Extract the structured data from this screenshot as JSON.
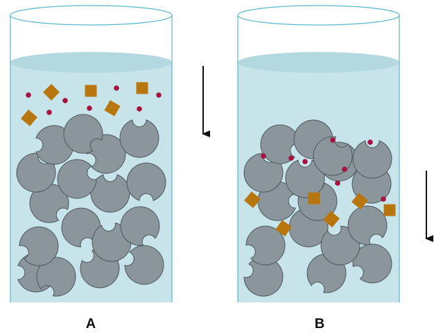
{
  "panels": [
    {
      "label": "A",
      "flow_direction": "down"
    },
    {
      "label": "B",
      "flow_direction": "down"
    }
  ],
  "colors": {
    "liquid": "#c6e4ea",
    "liquid_top": "#b3d8e0",
    "glass_stroke": "#5bb6cb",
    "bead": "#8a959c",
    "bead_stroke": "#4c565c",
    "small_molecule": "#a5123f",
    "large_molecule": "#b8760f",
    "arrow": "#111111"
  },
  "legend_icons": [
    "bead-icon",
    "small-molecule-icon",
    "large-molecule-icon",
    "down-arrow-icon"
  ]
}
